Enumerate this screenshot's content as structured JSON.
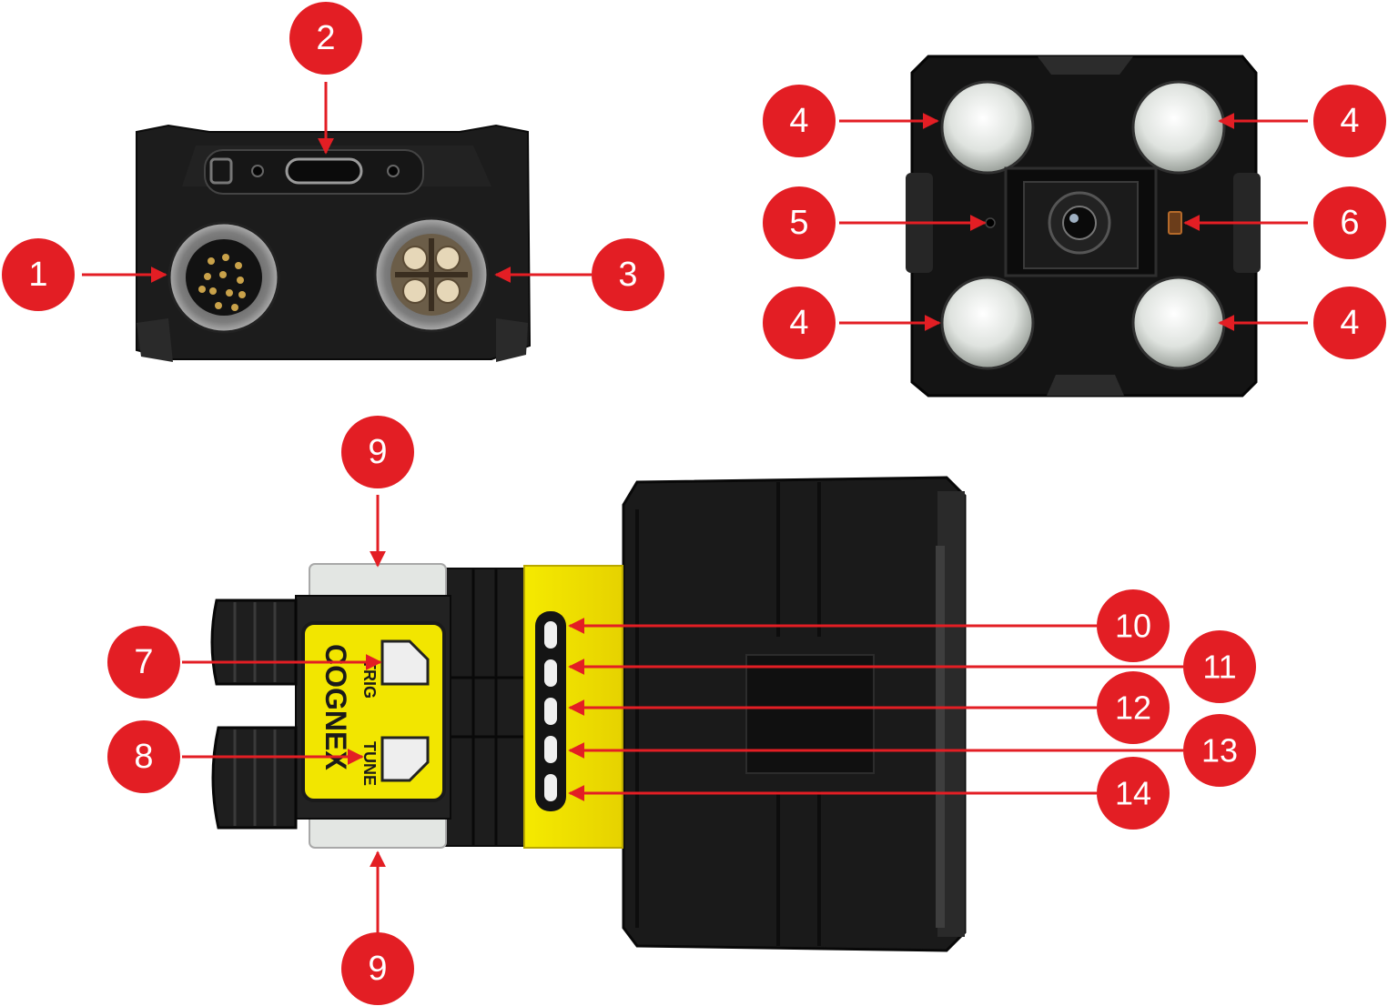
{
  "colors": {
    "callout": "#e31e24",
    "body_dark": "#151515",
    "body_mid": "#2a2a2a",
    "accent_yellow": "#f2e600",
    "lens_white": "#e8ebe8"
  },
  "callouts": {
    "c1": "1",
    "c2": "2",
    "c3": "3",
    "c4a": "4",
    "c4b": "4",
    "c4c": "4",
    "c4d": "4",
    "c5": "5",
    "c6": "6",
    "c7": "7",
    "c8": "8",
    "c9a": "9",
    "c9b": "9",
    "c10": "10",
    "c11": "11",
    "c12": "12",
    "c13": "13",
    "c14": "14"
  },
  "device_labels": {
    "trig": "TRIG",
    "tune": "TUNE",
    "brand": "COGNEX"
  }
}
